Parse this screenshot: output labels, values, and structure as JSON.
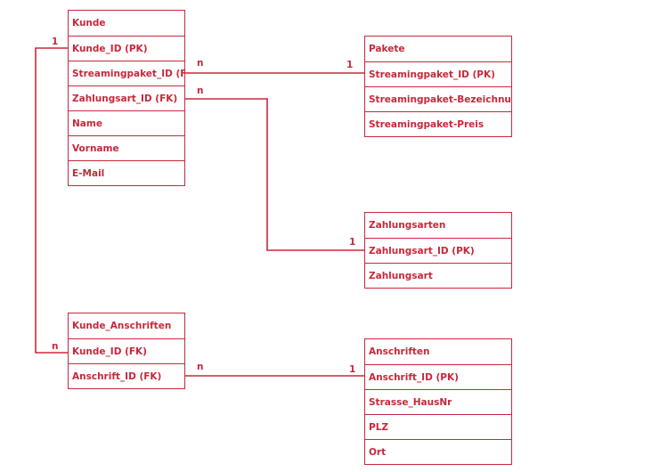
{
  "entities": {
    "kunde": {
      "title": "Kunde",
      "fields": [
        "Kunde_ID (PK)",
        "Streamingpaket_ID (FK)",
        "Zahlungsart_ID (FK)",
        "Name",
        "Vorname",
        "E-Mail"
      ]
    },
    "pakete": {
      "title": "Pakete",
      "fields": [
        "Streamingpaket_ID (PK)",
        "Streamingpaket-Bezeichnung",
        "Streamingpaket-Preis"
      ]
    },
    "zahlungsarten": {
      "title": "Zahlungsarten",
      "fields": [
        "Zahlungsart_ID (PK)",
        "Zahlungsart"
      ]
    },
    "kunde_anschriften": {
      "title": "Kunde_Anschriften",
      "fields": [
        "Kunde_ID (FK)",
        "Anschrift_ID (FK)"
      ]
    },
    "anschriften": {
      "title": "Anschriften",
      "fields": [
        "Anschrift_ID (PK)",
        "Strasse_HausNr",
        "PLZ",
        "Ort"
      ]
    }
  },
  "relationships": {
    "kunde_kundeanschriften": {
      "from": "1",
      "to": "n"
    },
    "kunde_pakete": {
      "from": "n",
      "to": "1"
    },
    "kunde_zahlungsarten": {
      "from": "n",
      "to": "1"
    },
    "kundeanschriften_anschriften": {
      "from": "n",
      "to": "1"
    }
  }
}
